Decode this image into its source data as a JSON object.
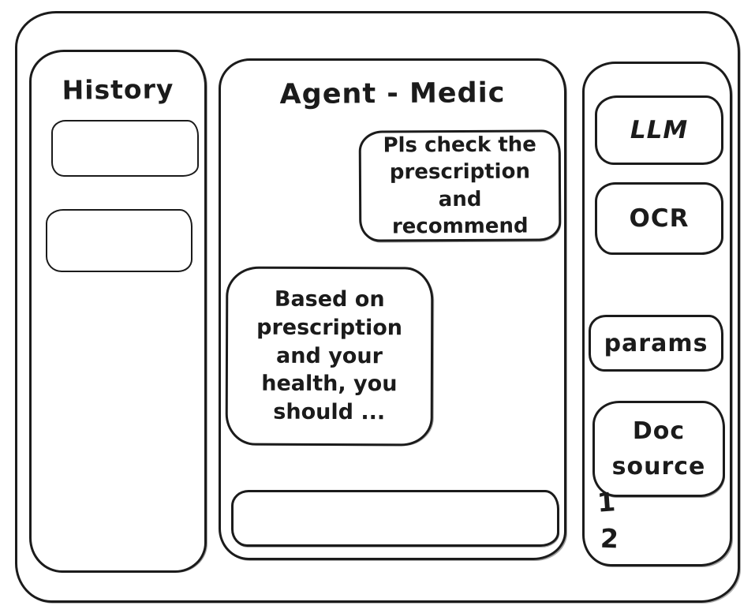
{
  "history_panel": {
    "title": "History",
    "items": [
      {
        "label": ""
      },
      {
        "label": ""
      }
    ]
  },
  "chat_panel": {
    "title": "Agent - Medic",
    "messages": [
      {
        "role": "user",
        "text": "Pls check the prescription and recommend"
      },
      {
        "role": "assistant",
        "text": "Based on prescription and your health, you should ..."
      }
    ],
    "input": {
      "value": "",
      "placeholder": ""
    }
  },
  "tools_panel": {
    "buttons": [
      {
        "label": "LLM"
      },
      {
        "label": "OCR"
      },
      {
        "label": "params"
      },
      {
        "label": "Doc source"
      }
    ],
    "doc_source_items": [
      "1",
      "2"
    ]
  },
  "colors": {
    "stroke": "#1b1b1b",
    "background": "#ffffff"
  }
}
